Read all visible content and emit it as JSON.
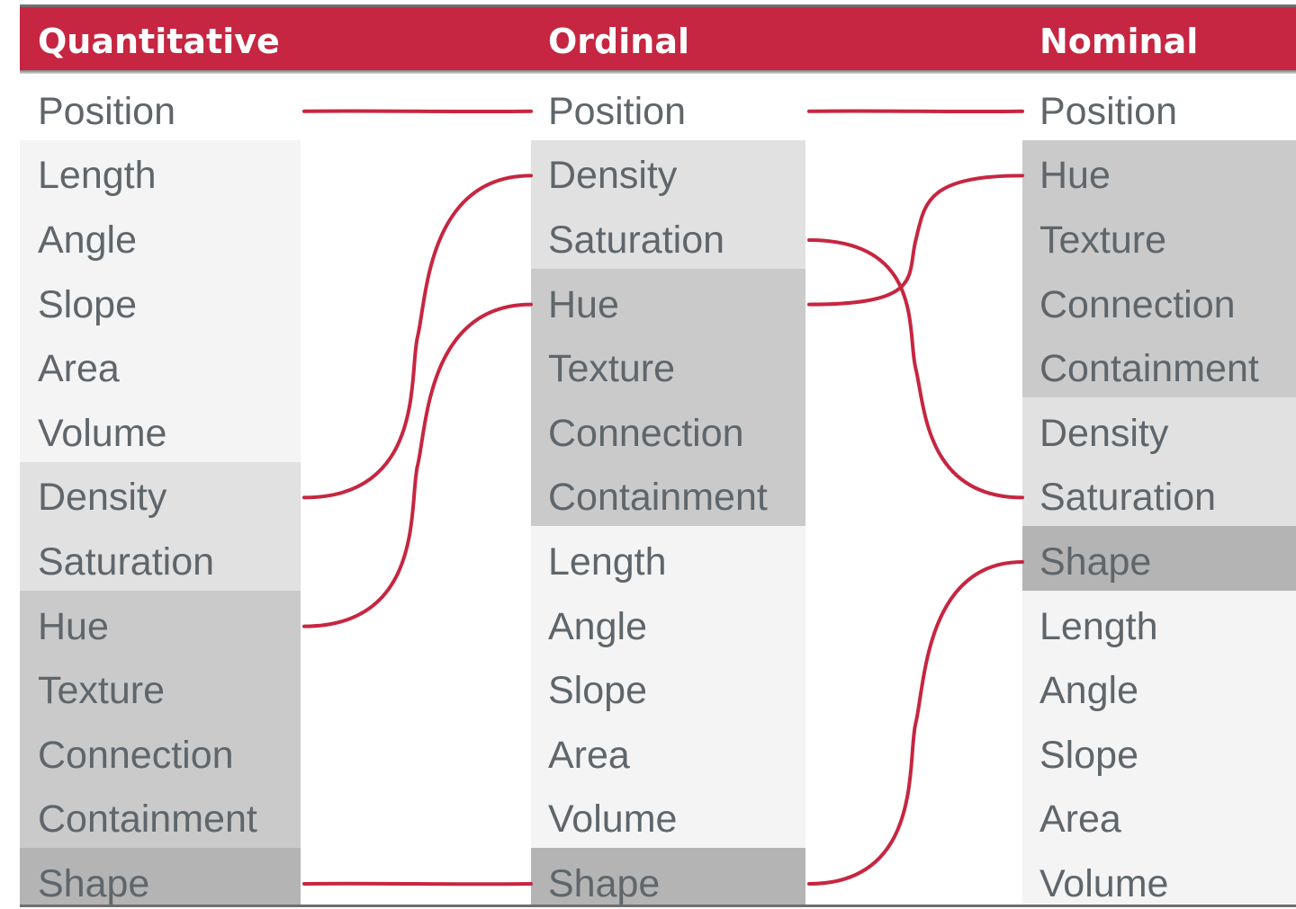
{
  "columns": [
    {
      "key": "q",
      "title": "Quantitative",
      "items": [
        "Position",
        "Length",
        "Angle",
        "Slope",
        "Area",
        "Volume",
        "Density",
        "Saturation",
        "Hue",
        "Texture",
        "Connection",
        "Containment",
        "Shape"
      ],
      "tiers": [
        "white",
        "light",
        "light",
        "light",
        "light",
        "light",
        "mid",
        "mid",
        "dark",
        "dark",
        "dark",
        "dark",
        "darker"
      ]
    },
    {
      "key": "o",
      "title": "Ordinal",
      "items": [
        "Position",
        "Density",
        "Saturation",
        "Hue",
        "Texture",
        "Connection",
        "Containment",
        "Length",
        "Angle",
        "Slope",
        "Area",
        "Volume",
        "Shape"
      ],
      "tiers": [
        "white",
        "mid",
        "mid",
        "dark",
        "dark",
        "dark",
        "dark",
        "light",
        "light",
        "light",
        "light",
        "light",
        "darker"
      ]
    },
    {
      "key": "n",
      "title": "Nominal",
      "items": [
        "Position",
        "Hue",
        "Texture",
        "Connection",
        "Containment",
        "Density",
        "Saturation",
        "Shape",
        "Length",
        "Angle",
        "Slope",
        "Area",
        "Volume"
      ],
      "tiers": [
        "white",
        "dark",
        "dark",
        "dark",
        "dark",
        "mid",
        "mid",
        "darker",
        "light",
        "light",
        "light",
        "light",
        "light"
      ]
    }
  ],
  "links": [
    {
      "from": "q",
      "to": "o",
      "item": "Position"
    },
    {
      "from": "q",
      "to": "o",
      "item": "Density"
    },
    {
      "from": "q",
      "to": "o",
      "item": "Hue"
    },
    {
      "from": "q",
      "to": "o",
      "item": "Shape"
    },
    {
      "from": "o",
      "to": "n",
      "item": "Position"
    },
    {
      "from": "o",
      "to": "n",
      "item": "Saturation"
    },
    {
      "from": "o",
      "to": "n",
      "item": "Hue"
    },
    {
      "from": "o",
      "to": "n",
      "item": "Shape"
    }
  ],
  "colors": {
    "accent": "#c62641",
    "text": "#5f666b",
    "tier_white": "#ffffff",
    "tier_light": "#f4f4f4",
    "tier_mid": "#e1e1e1",
    "tier_dark": "#cacaca",
    "tier_darker": "#b4b4b4"
  }
}
